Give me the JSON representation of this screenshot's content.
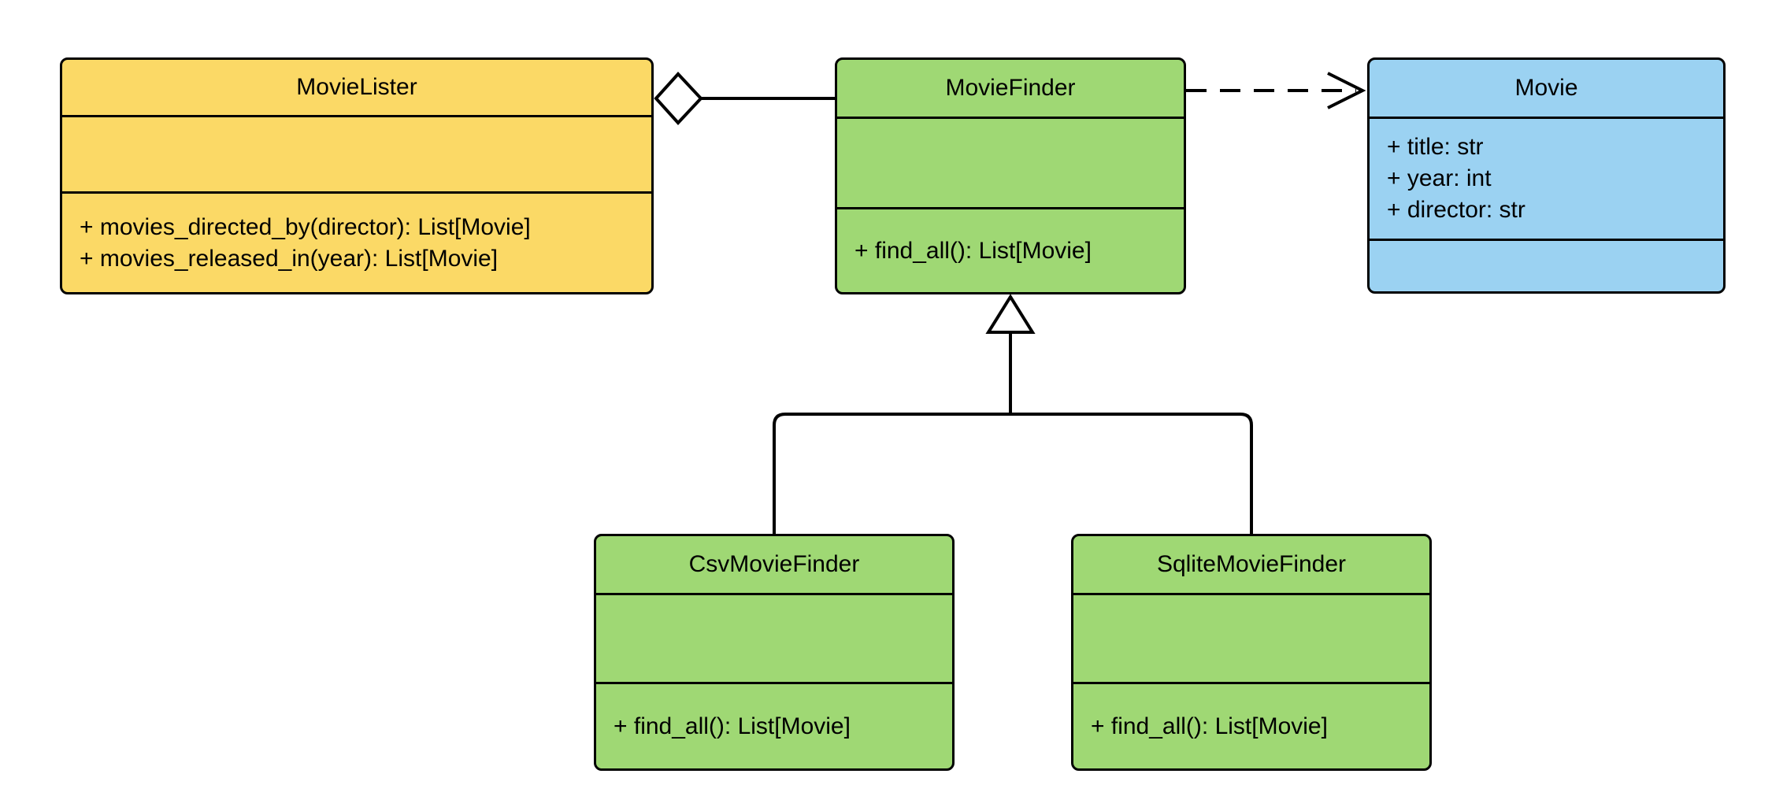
{
  "colors": {
    "background": "#ffffff",
    "stroke": "#000000",
    "lister_fill": "#fbd966",
    "finder_fill": "#9fd874",
    "movie_fill": "#9bd2f2"
  },
  "classes": [
    {
      "name": "MovieLister",
      "fill": "#fbd966",
      "attributes": [],
      "methods": [
        "+ movies_directed_by(director): List[Movie]",
        "+ movies_released_in(year): List[Movie]"
      ]
    },
    {
      "name": "MovieFinder",
      "fill": "#9fd874",
      "attributes": [],
      "methods": [
        "+ find_all(): List[Movie]"
      ]
    },
    {
      "name": "Movie",
      "fill": "#9bd2f2",
      "attributes": [
        "+ title: str",
        "+ year: int",
        "+ director: str"
      ],
      "methods": []
    },
    {
      "name": "CsvMovieFinder",
      "fill": "#9fd874",
      "attributes": [],
      "methods": [
        "+ find_all(): List[Movie]"
      ]
    },
    {
      "name": "SqliteMovieFinder",
      "fill": "#9fd874",
      "attributes": [],
      "methods": [
        "+ find_all(): List[Movie]"
      ]
    }
  ],
  "relationships": [
    {
      "type": "aggregation",
      "from": "MovieLister",
      "to": "MovieFinder",
      "label": "MovieLister aggregates MovieFinder"
    },
    {
      "type": "dependency",
      "from": "MovieFinder",
      "to": "Movie",
      "label": "MovieFinder depends on Movie"
    },
    {
      "type": "inheritance",
      "from": "CsvMovieFinder",
      "to": "MovieFinder",
      "label": "CsvMovieFinder inherits MovieFinder"
    },
    {
      "type": "inheritance",
      "from": "SqliteMovieFinder",
      "to": "MovieFinder",
      "label": "SqliteMovieFinder inherits MovieFinder"
    }
  ]
}
